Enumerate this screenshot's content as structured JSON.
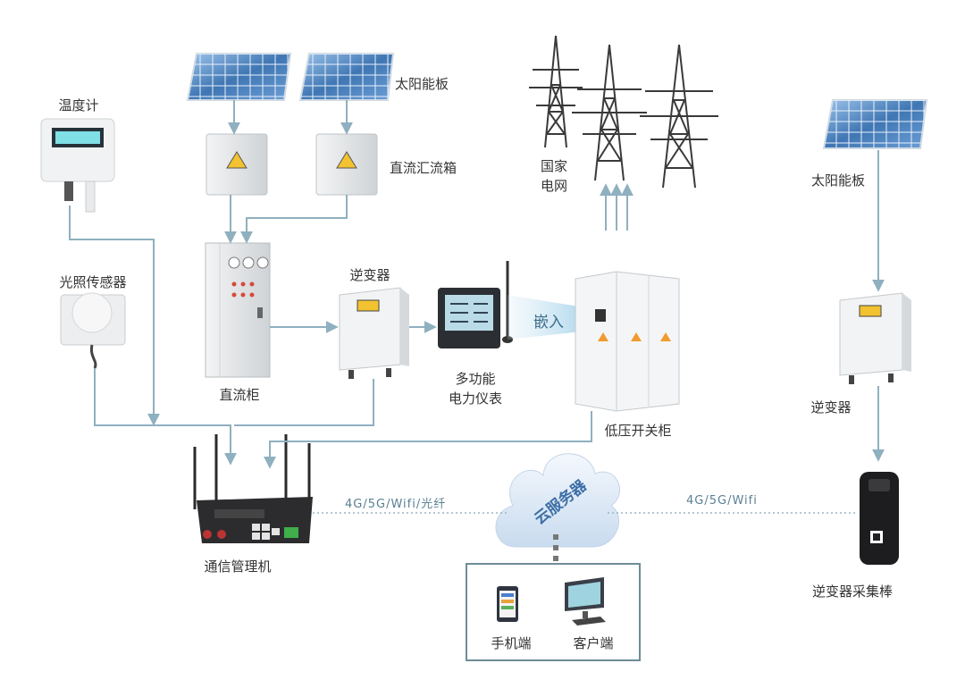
{
  "labels": {
    "thermometer": "温度计",
    "solar_panel_left": "太阳能板",
    "combiner_box": "直流汇流箱",
    "grid_line1": "国家",
    "grid_line2": "电网",
    "solar_panel_right": "太阳能板",
    "light_sensor": "光照传感器",
    "inverter_left": "逆变器",
    "dc_cabinet": "直流柜",
    "meter_line1": "多功能",
    "meter_line2": "电力仪表",
    "embed": "嵌入",
    "switchgear": "低压开关柜",
    "inverter_right": "逆变器",
    "router": "通信管理机",
    "network_left": "4G/5G/Wifi/光纤",
    "cloud": "云服务器",
    "network_right": "4G/5G/Wifi",
    "collector": "逆变器采集棒",
    "mobile": "手机端",
    "client": "客户端"
  },
  "colors": {
    "line": "#8fb0bf",
    "panel_blue": "#3f76b3",
    "cabinet": "#e4e6e8",
    "cloud": "#dbe7f5",
    "accent_yellow": "#f2c230"
  }
}
